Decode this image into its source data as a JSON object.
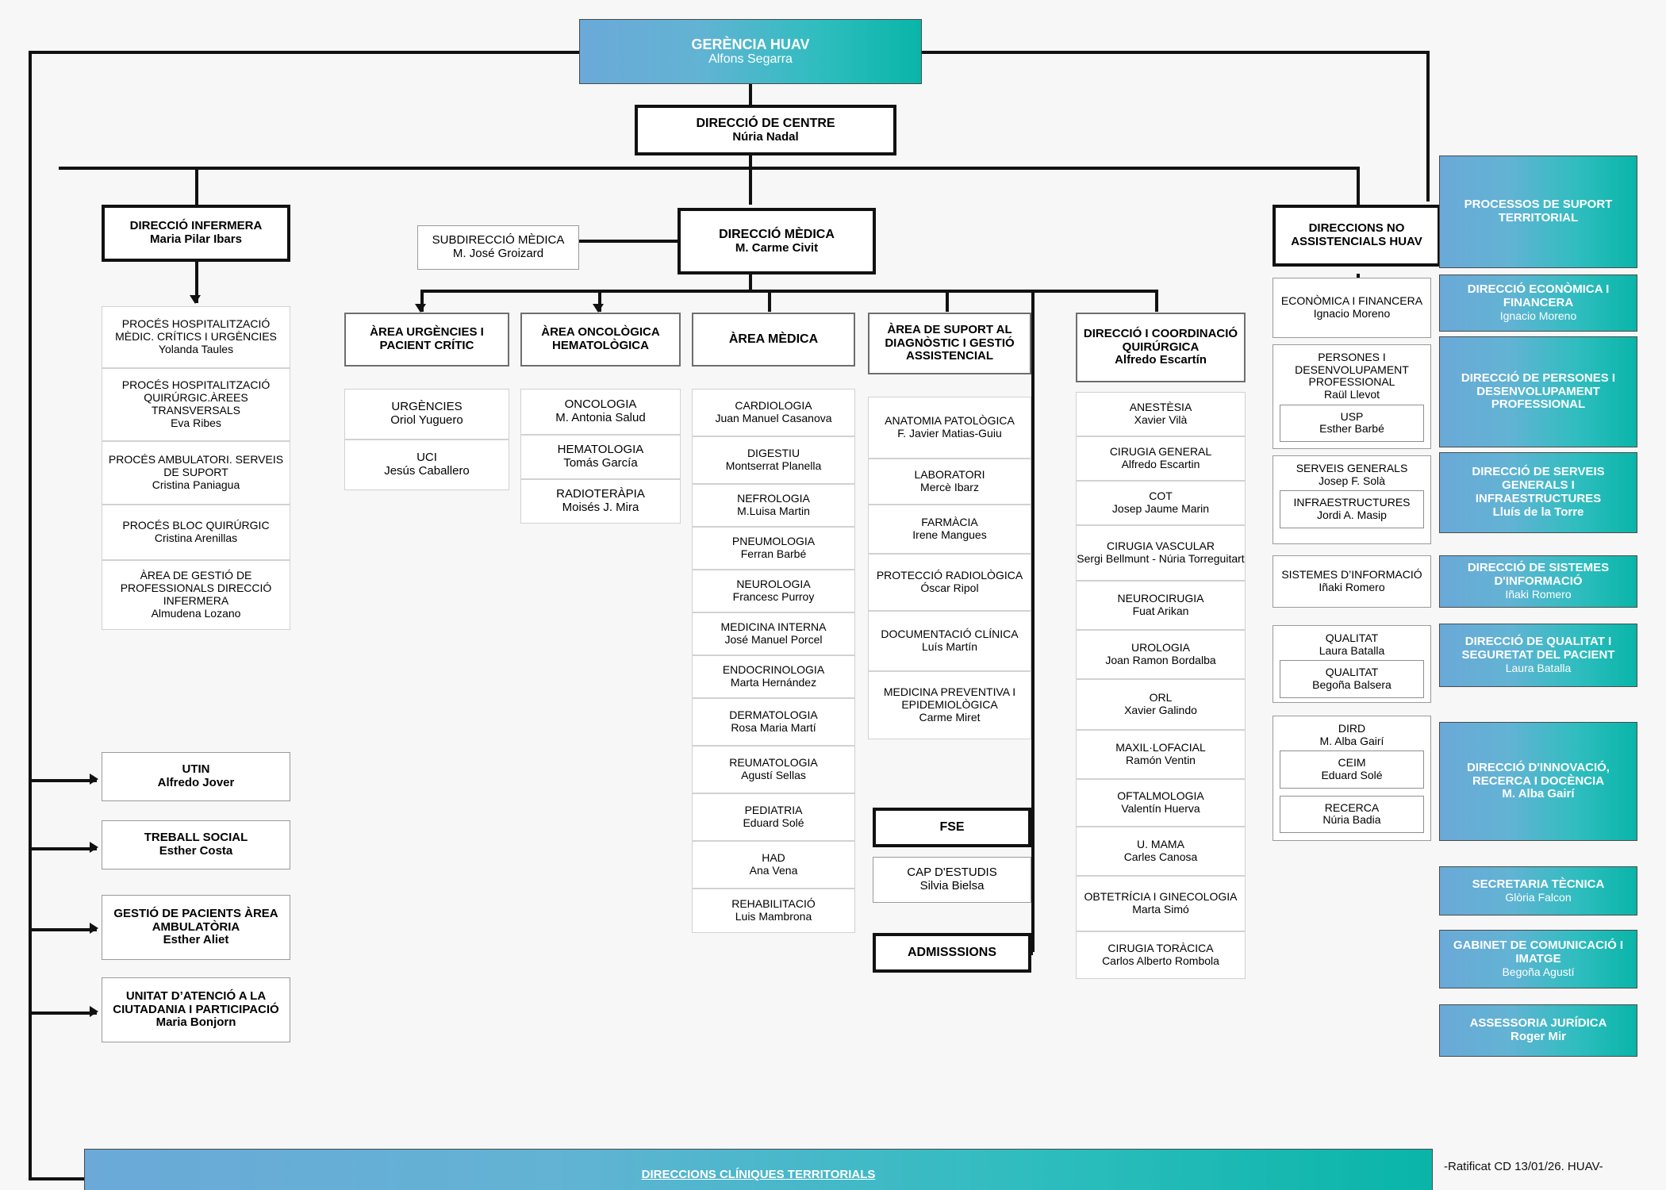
{
  "root": {
    "title": "GERÈNCIA HUAV",
    "person": "Alfons Segarra"
  },
  "centre": {
    "title": "DIRECCIÓ  DE CENTRE",
    "person": "Núria Nadal"
  },
  "nursing": {
    "title": "DIRECCIÓ INFERMERA",
    "person": "Maria Pilar Ibars",
    "items": [
      {
        "title": "PROCÉS HOSPITALITZACIÓ MÈDIC. CRÍTICS I URGÈNCIES",
        "person": "Yolanda Taules"
      },
      {
        "title": "PROCÉS HOSPITALITZACIÓ QUIRÚRGIC.ÀREES TRANSVERSALS",
        "person": "Eva Ribes"
      },
      {
        "title": "PROCÉS AMBULATORI. SERVEIS DE SUPORT",
        "person": "Cristina Paniagua"
      },
      {
        "title": "PROCÉS BLOC QUIRÚRGIC",
        "person": "Cristina Arenillas"
      },
      {
        "title": "ÀREA DE GESTIÓ DE PROFESSIONALS DIRECCIÓ INFERMERA",
        "person": "Almudena Lozano"
      }
    ]
  },
  "centre_units": [
    {
      "title": "UTIN",
      "person": "Alfredo Jover"
    },
    {
      "title": "TREBALL SOCIAL",
      "person": "Esther Costa"
    },
    {
      "title": "GESTIÓ DE PACIENTS ÀREA AMBULATÒRIA",
      "person": "Esther Aliet"
    },
    {
      "title": "UNITAT D’ATENCIÓ A LA CIUTADANIA I PARTICIPACIÓ",
      "person": "Maria Bonjorn"
    }
  ],
  "medical": {
    "title": "DIRECCIÓ MÈDICA",
    "person": "M. Carme Civit"
  },
  "submedical": {
    "title": "SUBDIRECCIÓ MÈDICA",
    "person": "M. José Groizard"
  },
  "areas": {
    "urgencies": {
      "title": "ÀREA URGÈNCIES I PACIENT CRÍTIC",
      "items": [
        {
          "title": "URGÈNCIES",
          "person": "Oriol Yuguero"
        },
        {
          "title": "UCI",
          "person": "Jesús Caballero"
        }
      ]
    },
    "oncologica": {
      "title": "ÀREA ONCOLÒGICA HEMATOLÒGICA",
      "items": [
        {
          "title": "ONCOLOGIA",
          "person": "M. Antonia Salud"
        },
        {
          "title": "HEMATOLOGIA",
          "person": "Tomás García"
        },
        {
          "title": "RADIOTERÀPIA",
          "person": "Moisés J. Mira"
        }
      ]
    },
    "medica": {
      "title": "ÀREA MÈDICA",
      "items": [
        {
          "title": "CARDIOLOGIA",
          "person": "Juan Manuel Casanova"
        },
        {
          "title": "DIGESTIU",
          "person": "Montserrat Planella"
        },
        {
          "title": "NEFROLOGIA",
          "person": "M.Luisa Martin"
        },
        {
          "title": "PNEUMOLOGIA",
          "person": "Ferran Barbé"
        },
        {
          "title": "NEUROLOGIA",
          "person": "Francesc Purroy"
        },
        {
          "title": "MEDICINA INTERNA",
          "person": "José Manuel Porcel"
        },
        {
          "title": "ENDOCRINOLOGIA",
          "person": "Marta Hernández"
        },
        {
          "title": "DERMATOLOGIA",
          "person": "Rosa Maria Martí"
        },
        {
          "title": "REUMATOLOGIA",
          "person": "Agustí Sellas"
        },
        {
          "title": "PEDIATRIA",
          "person": "Eduard Solé"
        },
        {
          "title": "HAD",
          "person": "Ana Vena"
        },
        {
          "title": "REHABILITACIÓ",
          "person": "Luis Mambrona"
        }
      ]
    },
    "suport": {
      "title": "ÀREA DE SUPORT AL DIAGNÒSTIC I GESTIÓ ASSISTENCIAL",
      "items": [
        {
          "title": "ANATOMIA PATOLÒGICA",
          "person": "F. Javier Matias-Guiu"
        },
        {
          "title": "LABORATORI",
          "person": "Mercè Ibarz"
        },
        {
          "title": "FARMÀCIA",
          "person": "Irene Mangues"
        },
        {
          "title": "PROTECCIÓ RADIOLÒGICA",
          "person": "Óscar Ripol"
        },
        {
          "title": "DOCUMENTACIÓ CLÍNICA",
          "person": "Luís Martín"
        },
        {
          "title": "MEDICINA PREVENTIVA I EPIDEMIOLÒGICA",
          "person": "Carme Miret"
        }
      ]
    },
    "quirurgica": {
      "title": "DIRECCIÓ I COORDINACIÓ QUIRÚRGICA",
      "person": "Alfredo Escartín",
      "items": [
        {
          "title": "ANESTÈSIA",
          "person": "Xavier Vilà"
        },
        {
          "title": "CIRUGIA GENERAL",
          "person": "Alfredo Escartin"
        },
        {
          "title": "COT",
          "person": "Josep Jaume Marin"
        },
        {
          "title": "CIRUGIA VASCULAR",
          "person": "Sergi Bellmunt - Núria Torreguitart"
        },
        {
          "title": "NEUROCIRUGIA",
          "person": "Fuat Arikan"
        },
        {
          "title": "UROLOGIA",
          "person": "Joan Ramon Bordalba"
        },
        {
          "title": "ORL",
          "person": "Xavier Galindo"
        },
        {
          "title": "MAXIL·LOFACIAL",
          "person": "Ramón Ventin"
        },
        {
          "title": "OFTALMOLOGIA",
          "person": "Valentín Huerva"
        },
        {
          "title": "U. MAMA",
          "person": "Carles Canosa"
        },
        {
          "title": "OBTETRÍCIA I GINECOLOGIA",
          "person": "Marta Simó"
        },
        {
          "title": "CIRUGIA TORÀCICA",
          "person": "Carlos Alberto Rombola"
        }
      ]
    }
  },
  "fse": {
    "title": "FSE",
    "child": {
      "title": "CAP D'ESTUDIS",
      "person": "Silvia Bielsa"
    }
  },
  "admissions": {
    "title": "ADMISSSIONS"
  },
  "non_assist": {
    "title": "DIRECCIONS NO ASSISTENCIALS HUAV",
    "items": [
      {
        "title": "ECONÒMICA I FINANCERA",
        "person": "Ignacio Moreno",
        "sub": null
      },
      {
        "title": "PERSONES I DESENVOLUPAMENT PROFESSIONAL",
        "person": "Raül Llevot",
        "sub": {
          "title": "USP",
          "person": "Esther Barbé"
        }
      },
      {
        "title": "SERVEIS GENERALS",
        "person": "Josep F. Solà",
        "sub": {
          "title": "INFRAESTRUCTURES",
          "person": "Jordi A. Masip"
        }
      },
      {
        "title": "SISTEMES D’INFORMACIÓ",
        "person": "Iñaki Romero",
        "sub": null
      },
      {
        "title": "QUALITAT",
        "person": "Laura Batalla",
        "sub": {
          "title": "QUALITAT",
          "person": "Begoña Balsera"
        }
      },
      {
        "title": "DIRD",
        "person": "M. Alba Gairí",
        "sub": {
          "title": "CEIM",
          "person": "Eduard Solé"
        },
        "sub2": {
          "title": "RECERCA",
          "person": "Núria Badia"
        }
      }
    ]
  },
  "territorial": {
    "header": "PROCESSOS DE SUPORT TERRITORIAL",
    "items": [
      {
        "title": "DIRECCIÓ ECONÒMICA I FINANCERA",
        "person": "Ignacio Moreno"
      },
      {
        "title": "DIRECCIÓ DE PERSONES I DESENVOLUPAMENT PROFESSIONAL",
        "person": ""
      },
      {
        "title": "DIRECCIÓ DE SERVEIS GENERALS I INFRAESTRUCTURES",
        "person": "Lluís de la Torre"
      },
      {
        "title": "DIRECCIÓ DE SISTEMES D'INFORMACIÓ",
        "person": "Iñaki Romero"
      },
      {
        "title": "DIRECCIÓ DE QUALITAT I SEGURETAT DEL PACIENT",
        "person": "Laura Batalla"
      },
      {
        "title": "DIRECCIÓ D'INNOVACIÓ, RECERCA I DOCÈNCIA",
        "person": "M. Alba Gairí"
      },
      {
        "title": "SECRETARIA TÈCNICA",
        "person": "Glòria Falcon"
      },
      {
        "title": "GABINET DE COMUNICACIÓ I IMATGE",
        "person": "Begoña Agustí"
      },
      {
        "title": "ASSESSORIA JURÍDICA",
        "person": "Roger Mir"
      }
    ]
  },
  "bottom_bar": {
    "label": "DIRECCIONS CLÍNIQUES TERRITORIALS"
  },
  "footer_note": "-Ratificat CD 13/01/26. HUAV-",
  "colors": {
    "grad_start": "#6aa9d8",
    "grad_end": "#09b5a8",
    "text_dark": "#111111"
  }
}
